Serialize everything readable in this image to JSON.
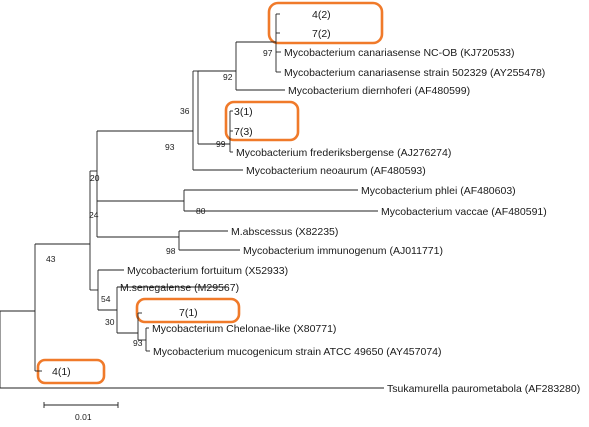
{
  "tree": {
    "taxa": [
      {
        "label": "4(2)"
      },
      {
        "label": "7(2)"
      },
      {
        "label": "Mycobacterium canariasense NC-OB  (KJ720533)"
      },
      {
        "label": "Mycobacterium canariasense strain 502329  (AY255478)"
      },
      {
        "label": "Mycobacterium diernhoferi (AF480599)"
      },
      {
        "label": "3(1)"
      },
      {
        "label": "7(3)"
      },
      {
        "label": "Mycobacterium frederiksbergense (AJ276274)"
      },
      {
        "label": "Mycobacterium neoaurum (AF480593)"
      },
      {
        "label": "Mycobacterium phlei  (AF480603)"
      },
      {
        "label": "Mycobacterium vaccae  (AF480591)"
      },
      {
        "label": "M.abscessus  (X82235)"
      },
      {
        "label": "Mycobacterium immunogenum  (AJ011771)"
      },
      {
        "label": "Mycobacterium fortuitum  (X52933)"
      },
      {
        "label": "M.senegalense  (M29567)"
      },
      {
        "label": "7(1)"
      },
      {
        "label": "Mycobacterium Chelonae-like (X80771)"
      },
      {
        "label": "Mycobacterium mucogenicum strain ATCC 49650  (AY457074)"
      },
      {
        "label": "4(1)"
      },
      {
        "label": "Tsukamurella paurometabola (AF283280)"
      }
    ],
    "bootstrap": [
      "97",
      "92",
      "36",
      "99",
      "93",
      "20",
      "80",
      "98",
      "24",
      "43",
      "54",
      "30",
      "93"
    ],
    "scale_bar": {
      "label": "0.01"
    },
    "highlight_color": "#f07a2a"
  }
}
